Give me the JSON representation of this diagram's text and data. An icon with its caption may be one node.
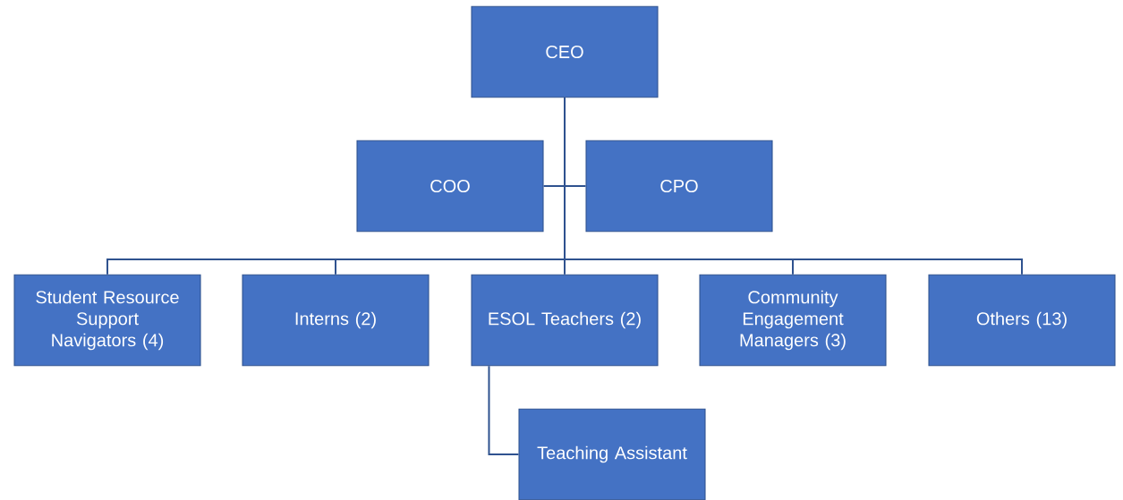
{
  "diagram": {
    "nodes": [
      {
        "text": [
          "CEO"
        ]
      },
      {
        "text": [
          "COO"
        ]
      },
      {
        "text": [
          "CPO"
        ]
      },
      {
        "text": [
          "Student Resource Support Navigators (4)"
        ]
      },
      {
        "text": [
          "Interns (2)"
        ]
      },
      {
        "text": [
          "ESOL Teachers (2)"
        ]
      },
      {
        "text": [
          "Community Engagement Managers (3)"
        ]
      },
      {
        "text": [
          "Others (13)"
        ]
      },
      {
        "text": [
          "Teaching Assistant"
        ]
      }
    ],
    "edges": [
      {
        "from": 0,
        "to": 1,
        "arrow": "none"
      },
      {
        "from": 0,
        "to": 2,
        "arrow": "none"
      },
      {
        "from": 0,
        "to": 3,
        "arrow": "none"
      },
      {
        "from": 0,
        "to": 4,
        "arrow": "none"
      },
      {
        "from": 0,
        "to": 5,
        "arrow": "none"
      },
      {
        "from": 0,
        "to": 6,
        "arrow": "none"
      },
      {
        "from": 0,
        "to": 7,
        "arrow": "none"
      },
      {
        "from": 5,
        "to": 8,
        "arrow": "none"
      }
    ]
  }
}
